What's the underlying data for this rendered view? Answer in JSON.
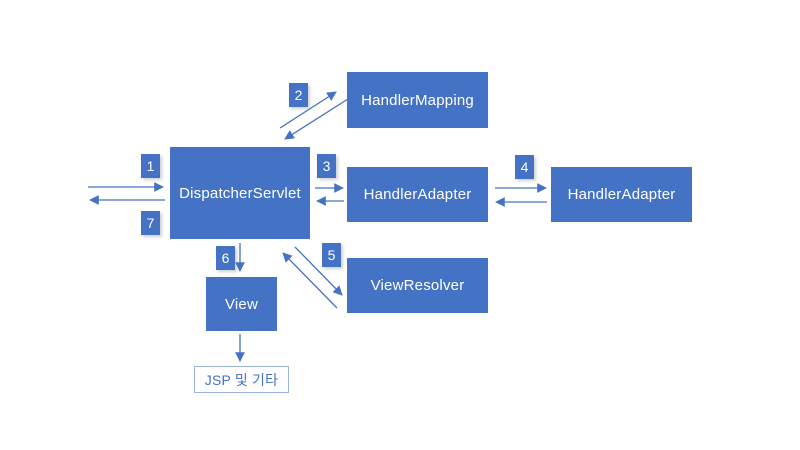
{
  "diagram": {
    "nodes": {
      "dispatcher_servlet": "DispatcherServlet",
      "handler_mapping": "HandlerMapping",
      "handler_adapter": "HandlerAdapter",
      "handler_adapter_right": "HandlerAdapter",
      "view_resolver": "ViewResolver",
      "view": "View",
      "jsp": "JSP 및 기타"
    },
    "steps": [
      "1",
      "2",
      "3",
      "4",
      "5",
      "6",
      "7"
    ],
    "colors": {
      "node_fill": "#4472C4",
      "node_text": "#FFFFFF",
      "arrow": "#4472C4",
      "jsp_border": "#9DB3DF",
      "jsp_text": "#4472C4",
      "background": "#FFFFFF"
    }
  }
}
